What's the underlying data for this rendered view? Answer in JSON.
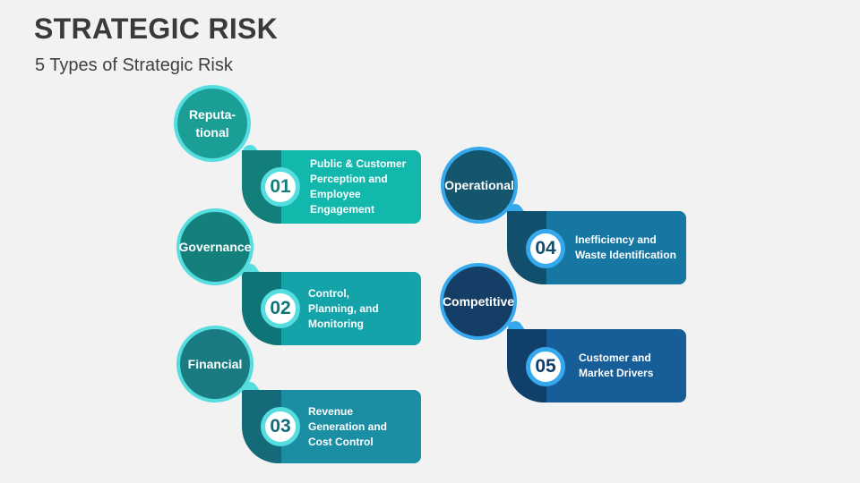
{
  "header": {
    "title": "STRATEGIC RISK",
    "subtitle": "5 Types of Strategic Risk"
  },
  "colors": {
    "background": "#f2f2f2",
    "left_connector": "#55dde0",
    "right_connector": "#36a9ee"
  },
  "risks": [
    {
      "number": "01",
      "name": "Reputa-\ntional",
      "description": "Public & Customer Perception and Employee Engagement",
      "bubble_color": "#1a9e96",
      "card_color": "#13b8ad",
      "card_dark": "#127f7b"
    },
    {
      "number": "02",
      "name": "Governance",
      "description": "Control, Planning, and Monitoring",
      "bubble_color": "#13807c",
      "card_color": "#14a3a8",
      "card_dark": "#0f7478"
    },
    {
      "number": "03",
      "name": "Financial",
      "description": "Revenue Generation and Cost Control",
      "bubble_color": "#1a7a82",
      "card_color": "#1b8ea3",
      "card_dark": "#146a78"
    },
    {
      "number": "04",
      "name": "Operational",
      "description": "Inefficiency and Waste Identification",
      "bubble_color": "#14566e",
      "card_color": "#1677a3",
      "card_dark": "#114f6c"
    },
    {
      "number": "05",
      "name": "Competitive",
      "description": "Customer and Market Drivers",
      "bubble_color": "#143e66",
      "card_color": "#175e99",
      "card_dark": "#10406a"
    }
  ]
}
